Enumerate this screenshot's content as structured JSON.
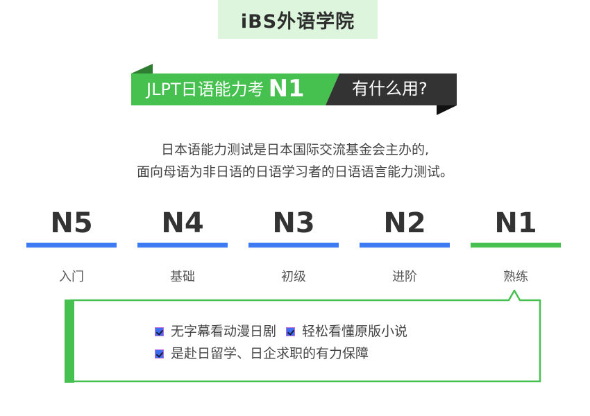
{
  "brand": {
    "label": "iBS外语学院"
  },
  "banner": {
    "title_prefix": "JLPT日语能力考",
    "title_level": "N1",
    "question": "有什么用?",
    "colors": {
      "green": "#46c150",
      "dark": "#333333"
    }
  },
  "intro": {
    "line1": "日本语能力测试是日本国际交流基金会主办的,",
    "line2": "面向母语为非日语的日语学习者的日语语言能力测试。"
  },
  "levels": [
    {
      "code": "N5",
      "desc": "入门",
      "bar_color": "#3d7bf4"
    },
    {
      "code": "N4",
      "desc": "基础",
      "bar_color": "#3d7bf4"
    },
    {
      "code": "N3",
      "desc": "初级",
      "bar_color": "#3d7bf4"
    },
    {
      "code": "N2",
      "desc": "进阶",
      "bar_color": "#3d7bf4"
    },
    {
      "code": "N1",
      "desc": "熟练",
      "bar_color": "#46c150"
    }
  ],
  "benefits": {
    "items": [
      "无字幕看动漫日剧",
      "轻松看懂原版小说",
      "是赴日留学、日企求职的有力保障"
    ]
  }
}
